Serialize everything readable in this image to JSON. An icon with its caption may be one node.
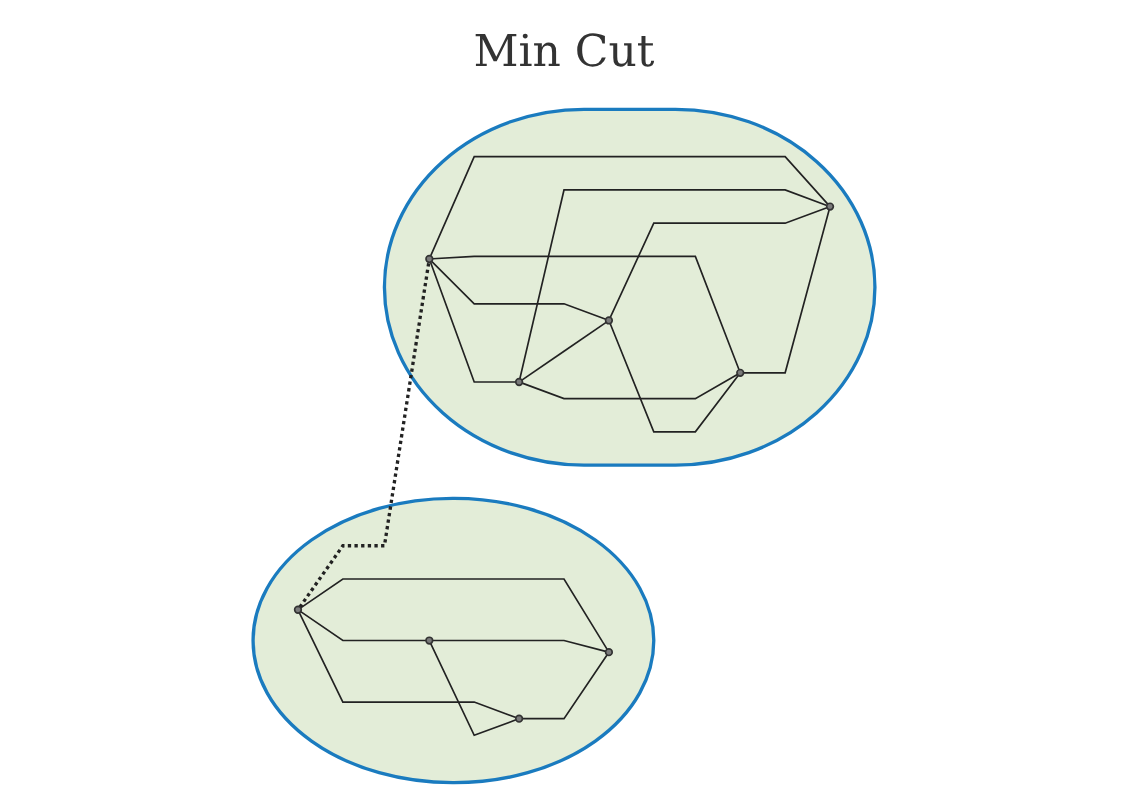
{
  "diagram": {
    "title": "Min Cut",
    "nodes": [
      {
        "text": [],
        "shape": "ellipse"
      },
      {
        "text": [],
        "shape": "circle",
        "in": 0
      },
      {
        "text": [],
        "shape": "circle",
        "in": 0
      },
      {
        "text": [],
        "shape": "circle",
        "in": 0
      },
      {
        "text": [],
        "shape": "circle",
        "in": 0
      },
      {
        "text": [],
        "shape": "ellipse"
      },
      {
        "text": [],
        "shape": "circle",
        "in": 5
      },
      {
        "text": [],
        "shape": "circle",
        "in": 5
      },
      {
        "text": [],
        "shape": "circle",
        "in": 5
      },
      {
        "text": [],
        "shape": "circle",
        "in": 5
      },
      {
        "text": [],
        "shape": "circle",
        "in": 5
      }
    ],
    "edges": [
      {
        "from": 1,
        "to": 2,
        "arrow": "none"
      },
      {
        "from": 1,
        "to": 3,
        "arrow": "none"
      },
      {
        "from": 1,
        "to": 4,
        "arrow": "none"
      },
      {
        "from": 2,
        "to": 3,
        "arrow": "none"
      },
      {
        "from": 2,
        "to": 4,
        "arrow": "none"
      },
      {
        "from": 3,
        "to": 4,
        "arrow": "none"
      },
      {
        "from": 1,
        "to": 7,
        "arrow": "none",
        "style": "dashed"
      },
      {
        "from": 7,
        "to": 6,
        "arrow": "none"
      },
      {
        "from": 7,
        "to": 8,
        "arrow": "none"
      },
      {
        "from": 7,
        "to": 9,
        "arrow": "none"
      },
      {
        "from": 7,
        "to": 10,
        "arrow": "none"
      },
      {
        "from": 6,
        "to": 8,
        "arrow": "none"
      },
      {
        "from": 6,
        "to": 9,
        "arrow": "none"
      },
      {
        "from": 6,
        "to": 10,
        "arrow": "none"
      },
      {
        "from": 8,
        "to": 9,
        "arrow": "none"
      },
      {
        "from": 8,
        "to": 10,
        "arrow": "none"
      },
      {
        "from": 9,
        "to": 10,
        "arrow": "none"
      }
    ]
  }
}
